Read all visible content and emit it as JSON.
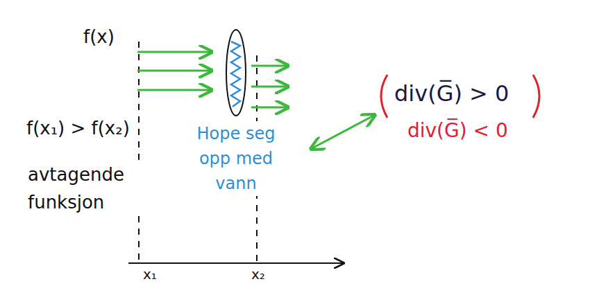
{
  "diagram": {
    "labels": [
      "f(x)",
      "f(x₁) > f(x₂)",
      "avtagende funksjon",
      "x₁",
      "x₂",
      "Hope seg opp med vann",
      "div(G̅) > 0",
      "div(G̅) < 0"
    ]
  }
}
